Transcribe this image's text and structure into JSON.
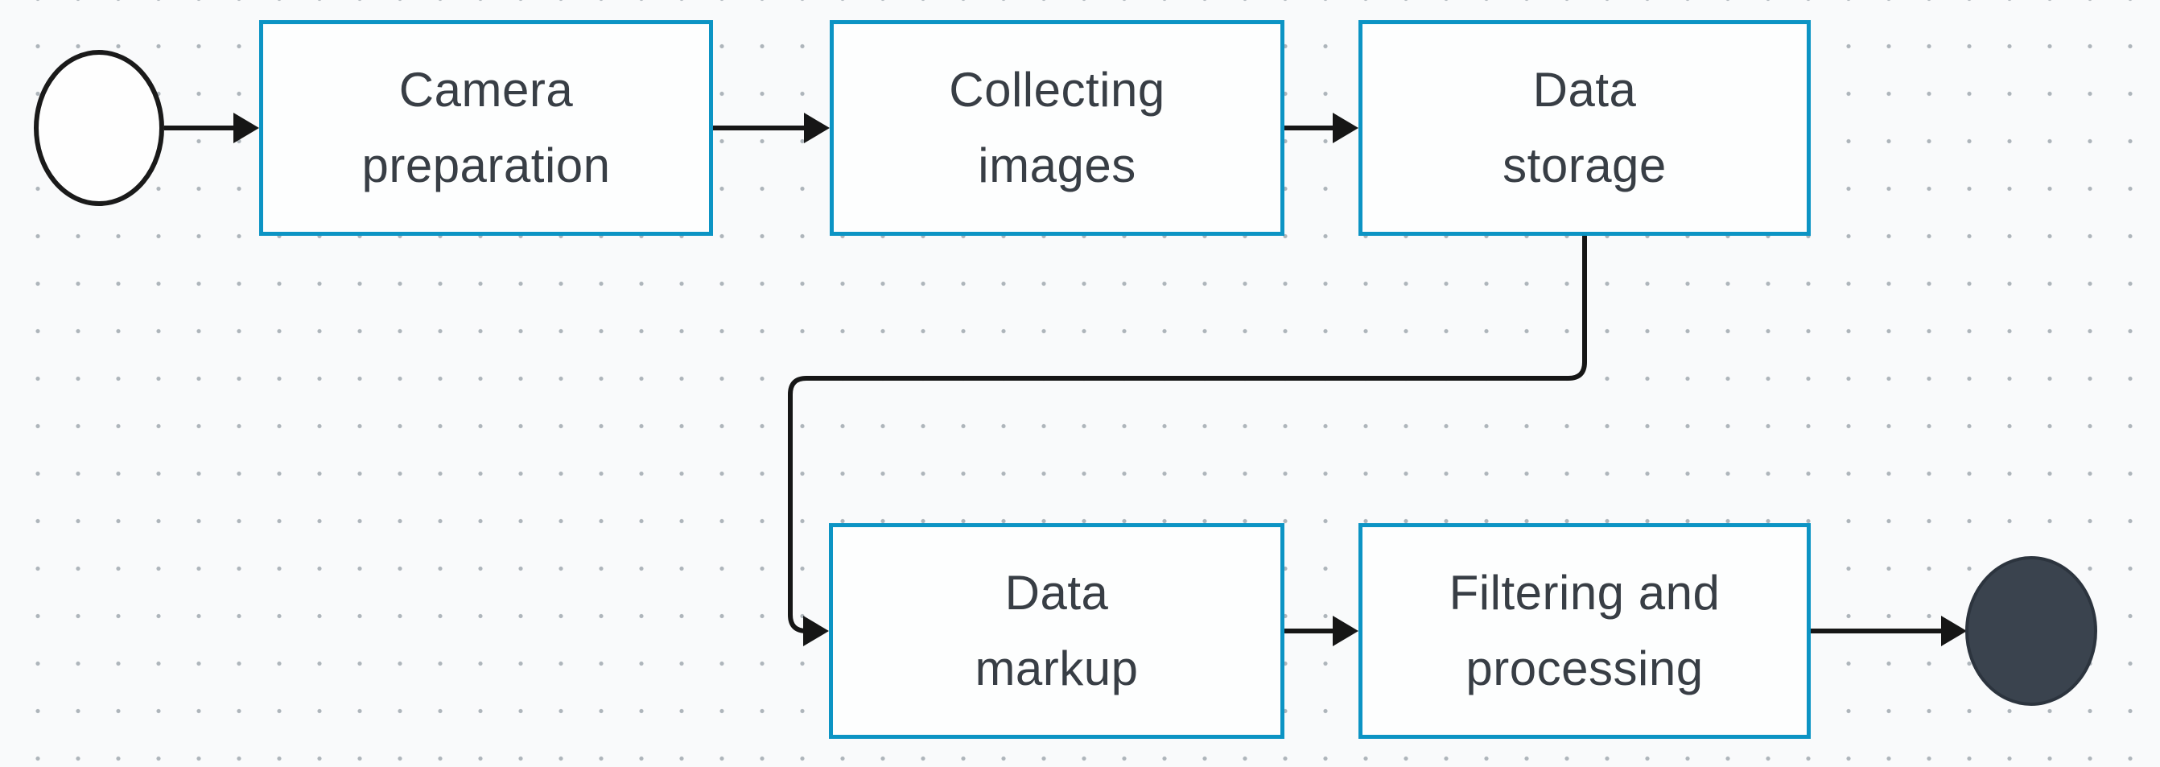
{
  "diagram_type": "flowchart",
  "colors": {
    "background": "#f9fafb",
    "grid_dot": "#aeb5bb",
    "box_border": "#0c94c4",
    "box_fill": "#fdfefe",
    "text": "#383e45",
    "connector": "#161616",
    "start_stroke": "#1a1a1a",
    "start_fill": "#fefefe",
    "end_fill": "#3a434e",
    "end_stroke": "#2c343e"
  },
  "nodes": {
    "start": {
      "type": "start-event",
      "shape": "outlined-circle",
      "label": ""
    },
    "camera_preparation": {
      "type": "process",
      "label": "Camera preparation",
      "line1": "Camera",
      "line2": "preparation"
    },
    "collecting_images": {
      "type": "process",
      "label": "Collecting images",
      "line1": "Collecting",
      "line2": "images"
    },
    "data_storage": {
      "type": "process",
      "label": "Data storage",
      "line1": "Data",
      "line2": "storage"
    },
    "data_markup": {
      "type": "process",
      "label": "Data markup",
      "line1": "Data",
      "line2": "markup"
    },
    "filtering_processing": {
      "type": "process",
      "label": "Filtering and processing",
      "line1": "Filtering and",
      "line2": "processing"
    },
    "end": {
      "type": "end-event",
      "shape": "filled-circle",
      "label": ""
    }
  },
  "edges": [
    {
      "from": "start",
      "to": "camera_preparation",
      "style": "straight-arrow"
    },
    {
      "from": "camera_preparation",
      "to": "collecting_images",
      "style": "straight-arrow"
    },
    {
      "from": "collecting_images",
      "to": "data_storage",
      "style": "straight-arrow"
    },
    {
      "from": "data_storage",
      "to": "data_markup",
      "style": "orthogonal-arrow"
    },
    {
      "from": "data_markup",
      "to": "filtering_processing",
      "style": "straight-arrow"
    },
    {
      "from": "filtering_processing",
      "to": "end",
      "style": "straight-arrow"
    }
  ]
}
